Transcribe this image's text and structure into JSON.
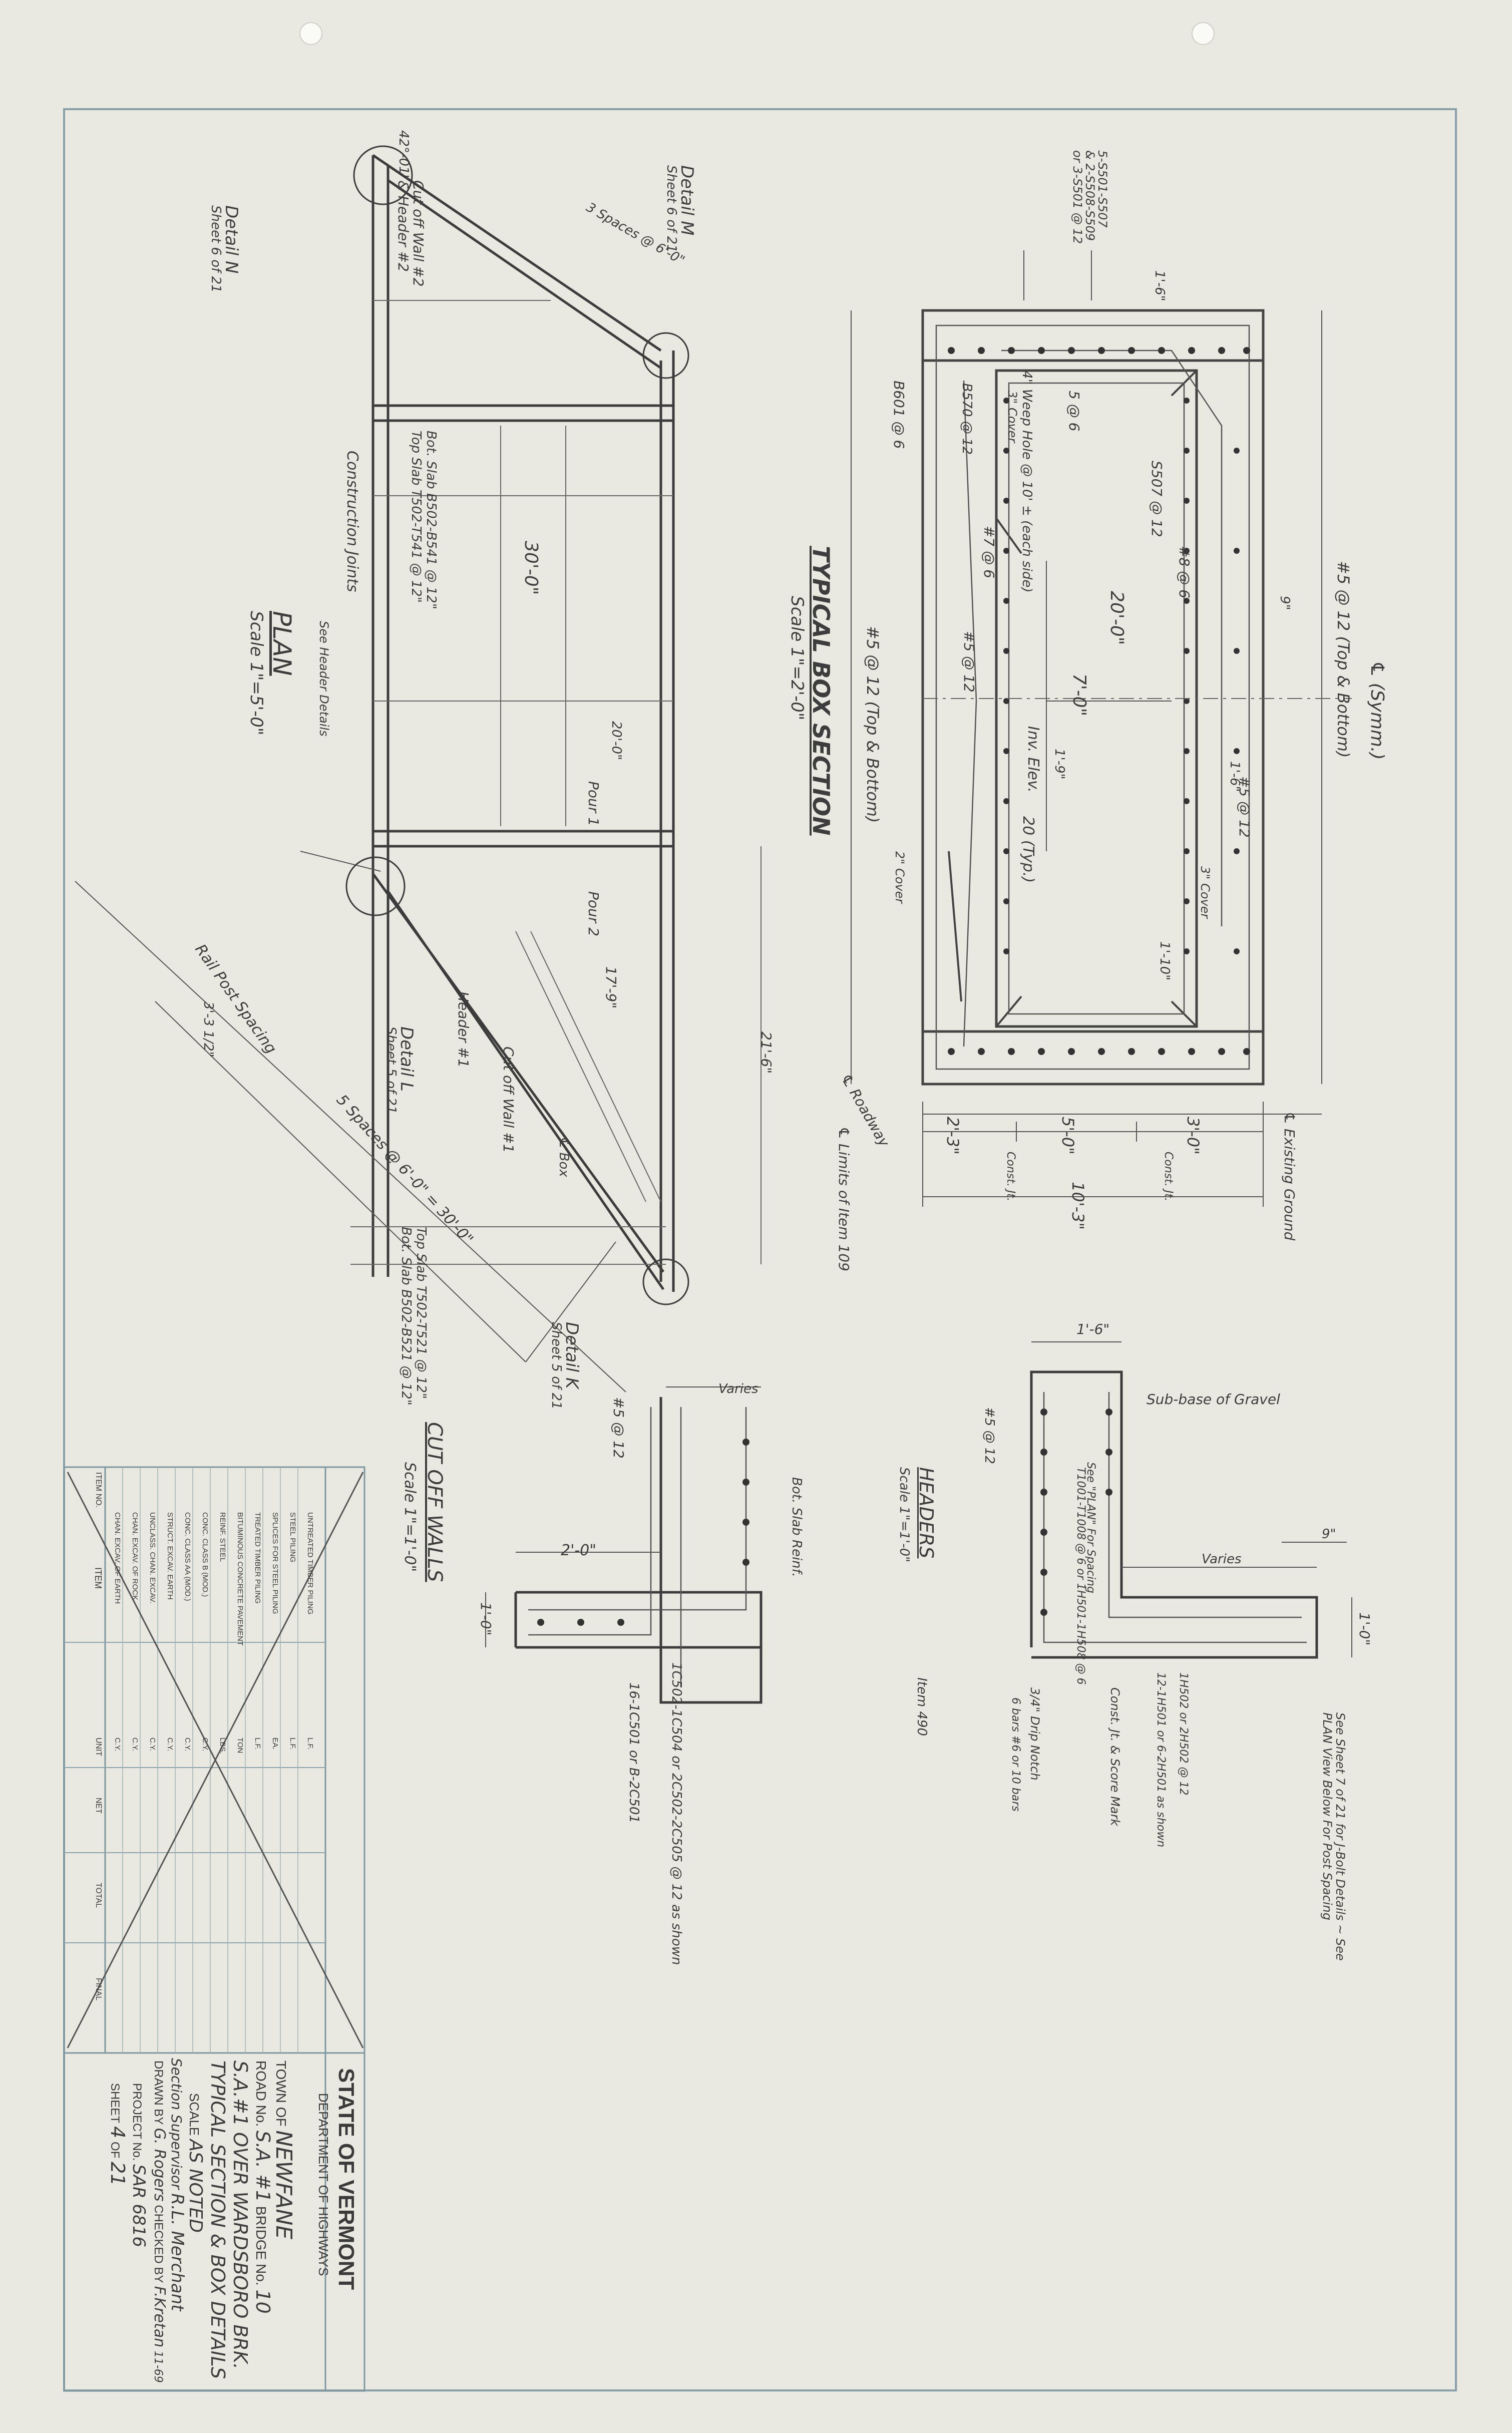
{
  "title_block": {
    "state": "STATE OF VERMONT",
    "department": "DEPARTMENT OF HIGHWAYS",
    "town_label": "TOWN OF",
    "town": "NEWFANE",
    "road_label": "ROAD No.",
    "road": "S.A. #1",
    "bridge_label": "BRIDGE No.",
    "bridge": "10",
    "crossing": "S.A.#1 OVER WARDSBORO BRK.",
    "sheet_title": "TYPICAL SECTION & BOX DETAILS",
    "scale_label": "SCALE",
    "scale": "AS NOTED",
    "supervisor_label": "Section Supervisor",
    "supervisor": "R.L. Merchant",
    "drawn_label": "DRAWN BY",
    "drawn_by": "G. Rogers",
    "checked_label": "CHECKED BY",
    "checked_by": "F.Kretan",
    "date": "11-69",
    "project_label": "PROJECT No.",
    "project": "SAR 6816",
    "sheet_label": "SHEET",
    "sheet_no": "4",
    "sheet_of": "OF",
    "sheet_total": "21"
  },
  "quantities": {
    "headers": [
      "ITEM NO.",
      "ITEM",
      "UNIT",
      "NET",
      "TOTAL",
      "FINAL"
    ],
    "rows": [
      {
        "item": "CHAN. EXCAV. OF EARTH",
        "unit": "C.Y."
      },
      {
        "item": "CHAN. EXCAV. OF ROCK",
        "unit": "C.Y."
      },
      {
        "item": "UNCLASS. CHAN. EXCAV.",
        "unit": "C.Y."
      },
      {
        "item": "STRUCT. EXCAV. EARTH",
        "unit": "C.Y."
      },
      {
        "item": "CONC. CLASS AA (MOD.)",
        "unit": "C.Y."
      },
      {
        "item": "CONC. CLASS B (MOD.)",
        "unit": "C.Y."
      },
      {
        "item": "REINF. STEEL",
        "unit": "LBS."
      },
      {
        "item": "BITUMINOUS CONCRETE PAVEMENT",
        "unit": "TON"
      },
      {
        "item": "TREATED TIMBER PILING",
        "unit": "L.F."
      },
      {
        "item": "SPLICES FOR STEEL PILING",
        "unit": "EA."
      },
      {
        "item": "STEEL PILING",
        "unit": "L.F."
      },
      {
        "item": "UNTREATED TIMBER PILING",
        "unit": "L.F."
      }
    ]
  },
  "plan": {
    "title": "PLAN",
    "scale": "Scale 1\"=5'-0\"",
    "labels": {
      "detail_m": "Detail M",
      "detail_m_sheet": "Sheet 6 of 21",
      "detail_n": "Detail N",
      "detail_n_sheet": "Sheet 6 of 21",
      "detail_l": "Detail L",
      "detail_l_sheet": "Sheet 5 of 21",
      "detail_k": "Detail K",
      "detail_k_sheet": "Sheet 5 of 21",
      "cutoff_wall_2": "Cut off Wall #2",
      "cutoff_wall_1": "Cut off Wall #1",
      "header_2": "& Header #2",
      "header_1": "Header #1",
      "construction_joints": "Construction Joints",
      "see_header_details": "See Header Details",
      "bot_slab_top": "Bot. Slab B502-B541 @ 12\"",
      "top_slab_top": "Top Slab T502-T541 @ 12\"",
      "top_slab_bot": "Top Slab T502-T521 @ 12\"",
      "bot_slab_bot": "Bot. Slab B502-B521 @ 12\"",
      "thirty": "30'-0\"",
      "pour_1": "Pour 1",
      "pour_2": "Pour 2",
      "rail_post_spacing": "Rail Post Spacing",
      "five_spaces": "5 Spaces @ 6'-0\" = 30'-0\"",
      "three_spaces": "3 Spaces @ 6'-0\"",
      "road_way": "℄ Roadway",
      "limits": "℄ Limits of Item 109",
      "box": "℄ Box",
      "dim_1": "20'-0\"",
      "dim_2": "17'-9\"",
      "dim_3": "21'-6\"",
      "dim_4": "3'-3 1/2\"",
      "skew": "42°-01'"
    }
  },
  "typical_box": {
    "title": "TYPICAL BOX SECTION",
    "scale": "Scale 1\"=2'-0\"",
    "labels": {
      "symm": "℄ (Symm.)",
      "top_bottom_a": "#5 @ 12 (Top & Bottom)",
      "top_bottom_b": "#5 @ 12 (Top & Bottom)",
      "weep": "4\" Weep Hole @ 10' ± (each side)",
      "cover_3": "3\" Cover",
      "cover_3b": "3\" Cover",
      "cover_2": "2\" Cover",
      "twenty": "20'-0\"",
      "seven": "7'-0\"",
      "inv": "Inv. Elev.",
      "twenty_typ": "20 (Typ.)",
      "w_2_3": "2'-3\"",
      "w_5_0": "5'-0\"",
      "w_3_0": "3'-0\"",
      "w_10_3": "10'-3\"",
      "existing_ground": "℄ Existing Ground",
      "const_jt_a": "Const. Jt.",
      "const_jt_b": "Const. Jt.",
      "b8": "#8 @ 6",
      "b5_12a": "#5 @ 12",
      "b5_12b": "#5 @ 12",
      "b7_6": "#7 @ 6",
      "b5_6": "5 @ 6",
      "s507": "S507 @ 12",
      "b570": "B570 @ 12",
      "b601": "B601 @ 6",
      "one_six": "1'-6\"",
      "one_six_b": "1'-6\"",
      "one_nine": "1'-9\"",
      "one_ten": "1'-10\"",
      "dim_9": "9\""
    }
  },
  "cutoff_walls": {
    "title": "CUT OFF WALLS",
    "scale": "Scale 1\"=1'-0\"",
    "labels": {
      "varies": "Varies",
      "b5": "#5 @ 12",
      "bot_slab": "Bot. Slab Reinf.",
      "two_zero": "2'-0\"",
      "one_zero": "1'-0\"",
      "ic": "1C502-1C504 or 2C502-2C505 @ 12 as shown",
      "ic2": "16-1C501 or B-2C501"
    }
  },
  "headers_detail": {
    "title": "HEADERS",
    "scale": "Scale 1\"=1'-0\"",
    "labels": {
      "one_six": "1'-6\"",
      "subbase": "Sub-base of Gravel",
      "see_plan": "See \"PLAN\" For Spacing",
      "varies": "Varies",
      "nine": "9\"",
      "one_zero": "1'-0\"",
      "b5": "#5 @ 12",
      "t": "T1001-T1008 @ 6 or 1H501-1H508 @ 6",
      "item": "Item 490",
      "drip": "3/4\" Drip Notch",
      "bars": "6 bars #6 or 10 bars",
      "const": "Const. Jt. & Score Mark",
      "h": "1H502 or 2H502 @ 12",
      "h2": "12-1H501 or 6-2H501 as shown",
      "see_sheet": "See Sheet 7 of 21 for J-Bolt Details ~ See PLAN View Below For Post Spacing"
    }
  },
  "corner_notes": {
    "s501": "5-S501-S507",
    "s5b": "& 2-S508-S509",
    "s5c": "or 3-S501 @ 12"
  }
}
